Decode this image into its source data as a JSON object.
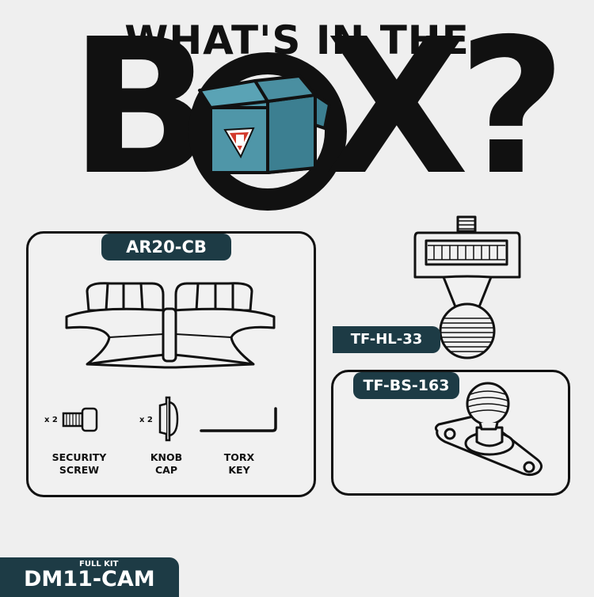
{
  "header": {
    "line1": "WHAT'S IN THE",
    "letter_b": "B",
    "letter_x": "X",
    "qmark": "?"
  },
  "colors": {
    "navy": "#1d3b45",
    "box_blue": "#4f96a8",
    "brand_red": "#d33a2c"
  },
  "kit_main": {
    "tag": "AR20-CB",
    "accessories": [
      {
        "multiplier": "x 2",
        "label_line1": "SECURITY",
        "label_line2": "SCREW",
        "icon": "security-screw-icon"
      },
      {
        "multiplier": "x 2",
        "label_line1": "KNOB",
        "label_line2": "CAP",
        "icon": "knob-cap-icon"
      },
      {
        "multiplier": "",
        "label_line1": "TORX",
        "label_line2": "KEY",
        "icon": "torx-key-icon"
      }
    ]
  },
  "kit_holder": {
    "tag": "TF-HL-33"
  },
  "kit_base": {
    "tag": "TF-BS-163"
  },
  "footer": {
    "small": "FULL KIT",
    "code": "DM11-CAM"
  }
}
